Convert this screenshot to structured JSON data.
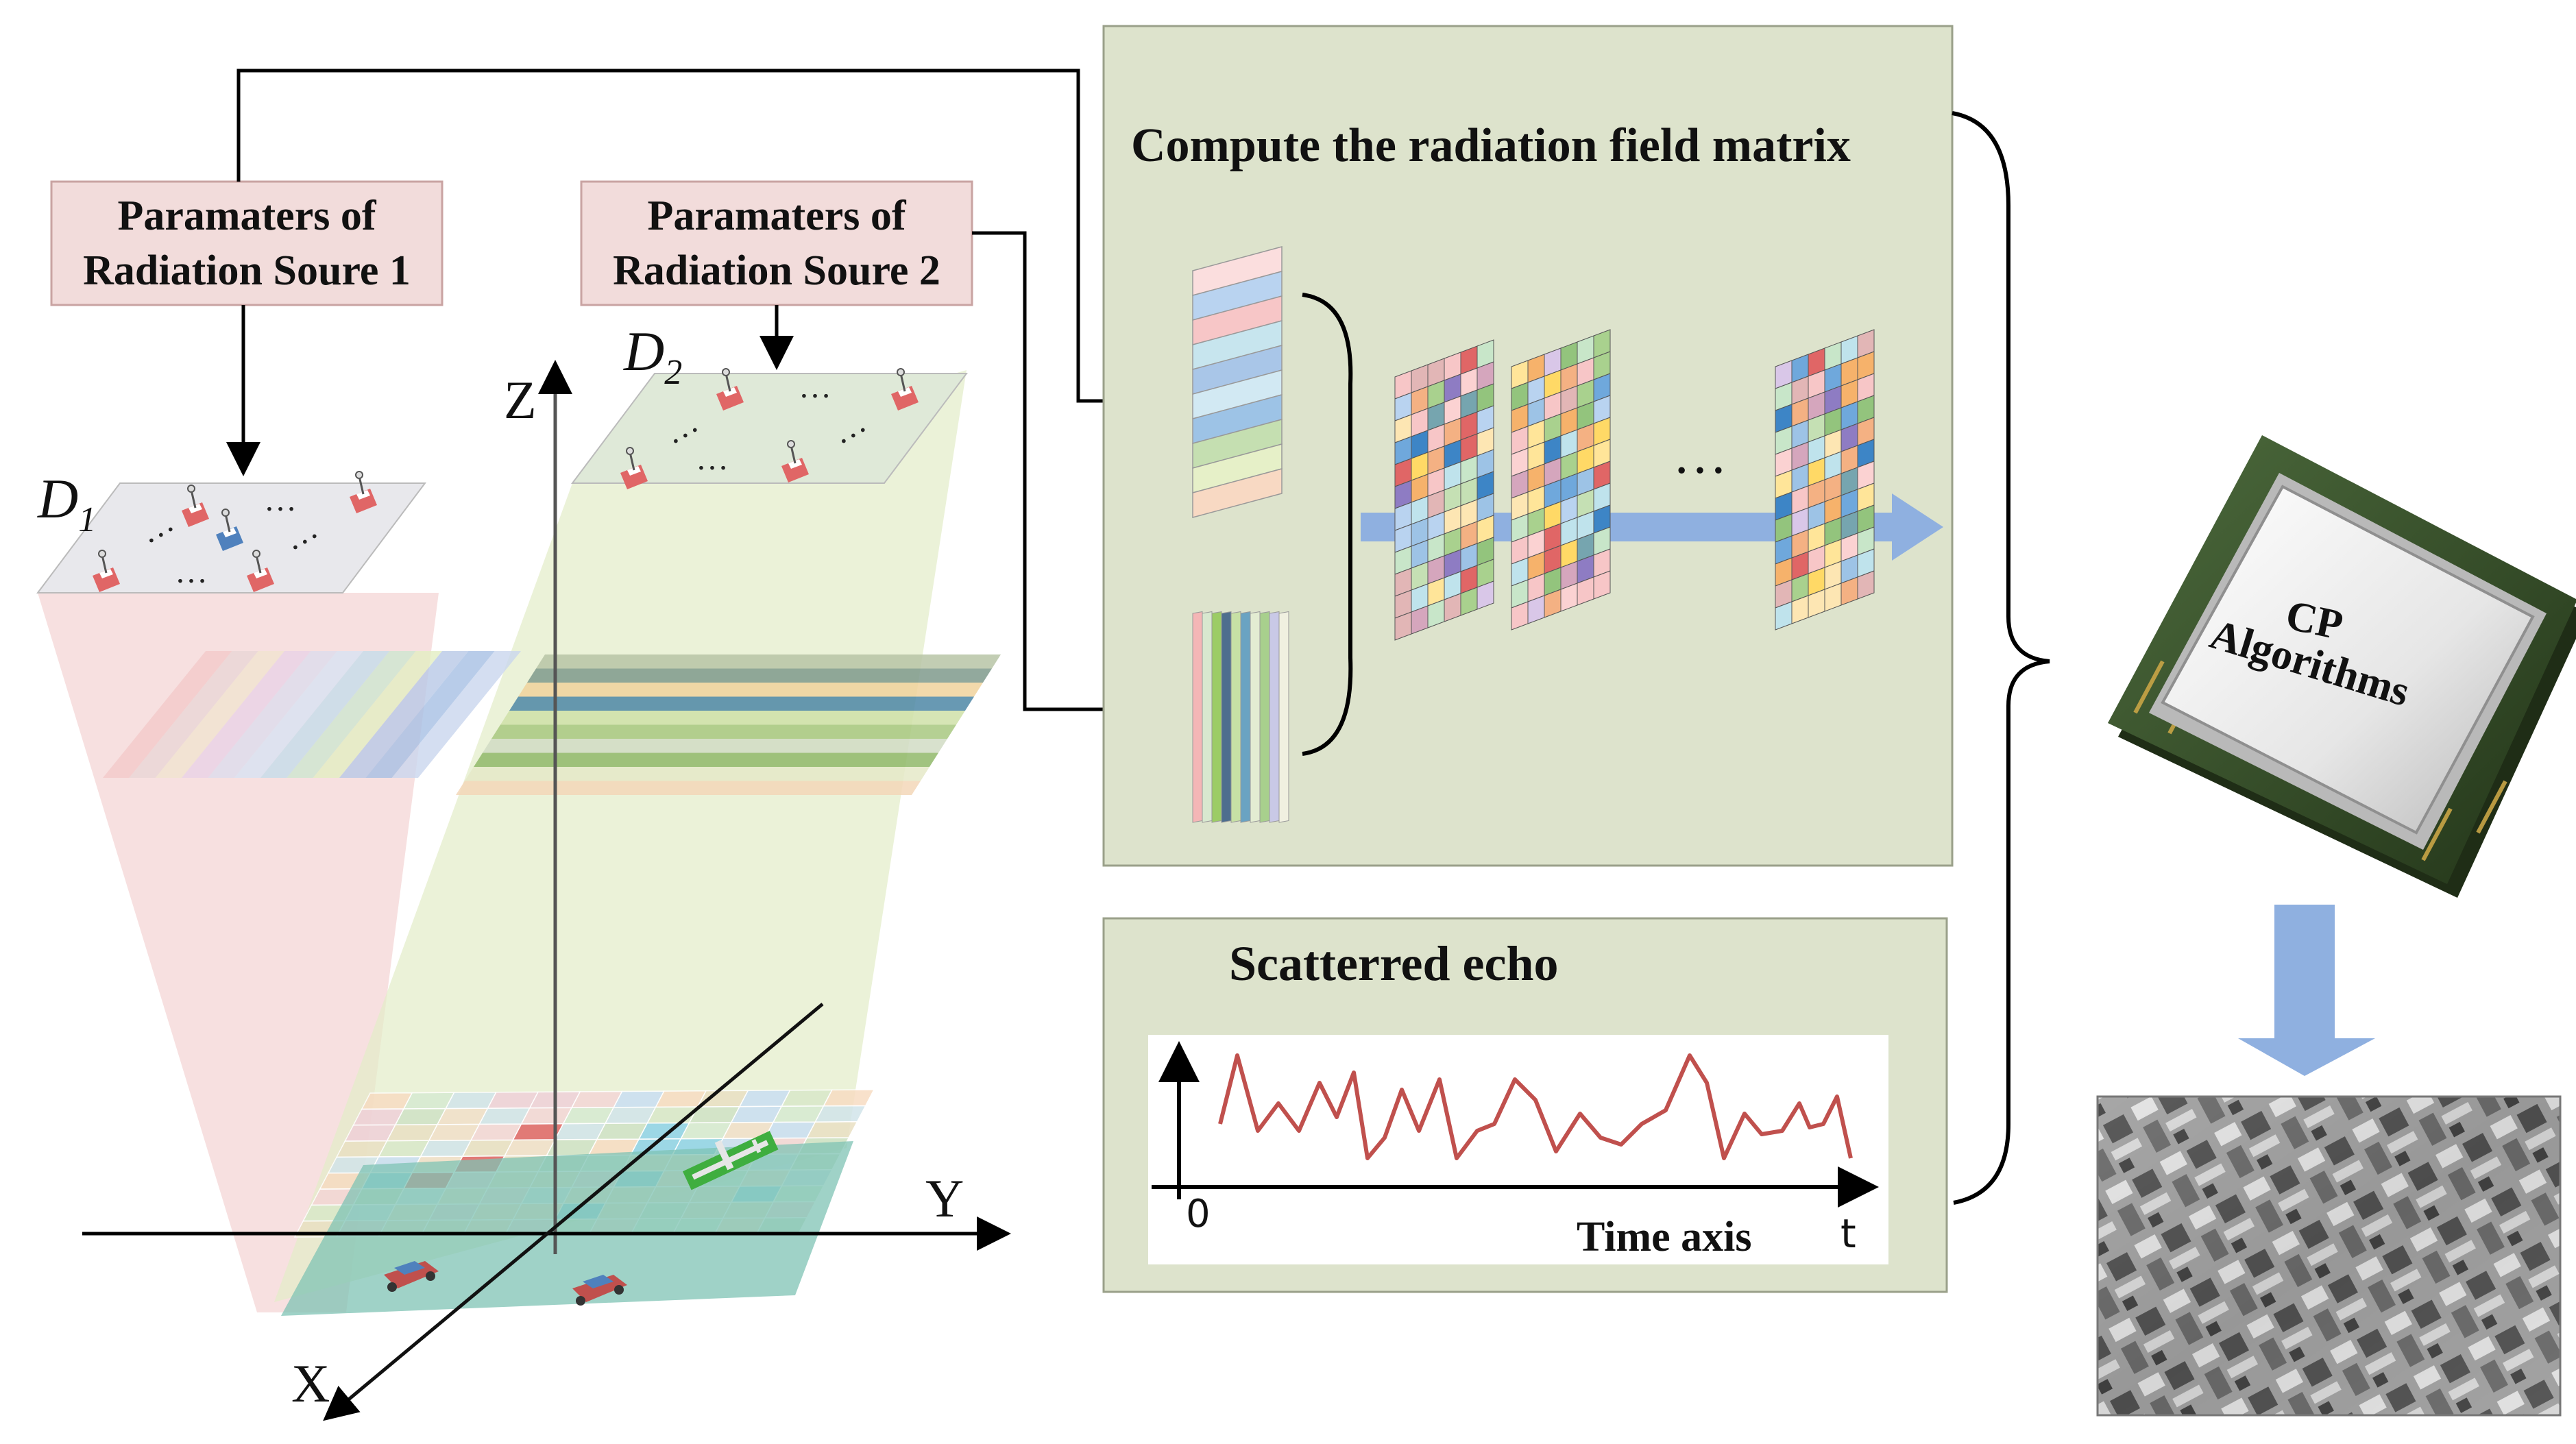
{
  "params": {
    "source1": {
      "line1": "Paramaters of",
      "line2": "Radiation Soure 1"
    },
    "source2": {
      "line1": "Paramaters of",
      "line2": "Radiation Soure 2"
    }
  },
  "planes": {
    "d1": {
      "letter": "D",
      "sub": "1"
    },
    "d2": {
      "letter": "D",
      "sub": "2"
    },
    "dots": "…"
  },
  "axes": {
    "z": "Z",
    "y": "Y",
    "x": "X"
  },
  "matrix_panel": {
    "title": "Compute the radiation field matrix",
    "ellipsis": "…"
  },
  "echo_panel": {
    "title": "Scatterred echo",
    "origin": "0",
    "time_axis": "Time axis",
    "t": "t"
  },
  "chip": {
    "line1": "CP",
    "line2": "Algorithms"
  },
  "colors": {
    "param_box_fill": "#f2dcdb",
    "param_box_stroke": "#c9a3a2",
    "panel_fill": "#dde3cc",
    "panel_stroke": "#9aa08a",
    "echo_curve": "#c0504d",
    "arrow_blue": "#8fb0e0",
    "d1_beam": "#f4d6d6",
    "d2_beam": "#e3ecc8"
  },
  "icons": [
    "radiation-source-icon",
    "car-icon",
    "airplane-icon",
    "cpu-chip-icon",
    "satellite-image"
  ]
}
